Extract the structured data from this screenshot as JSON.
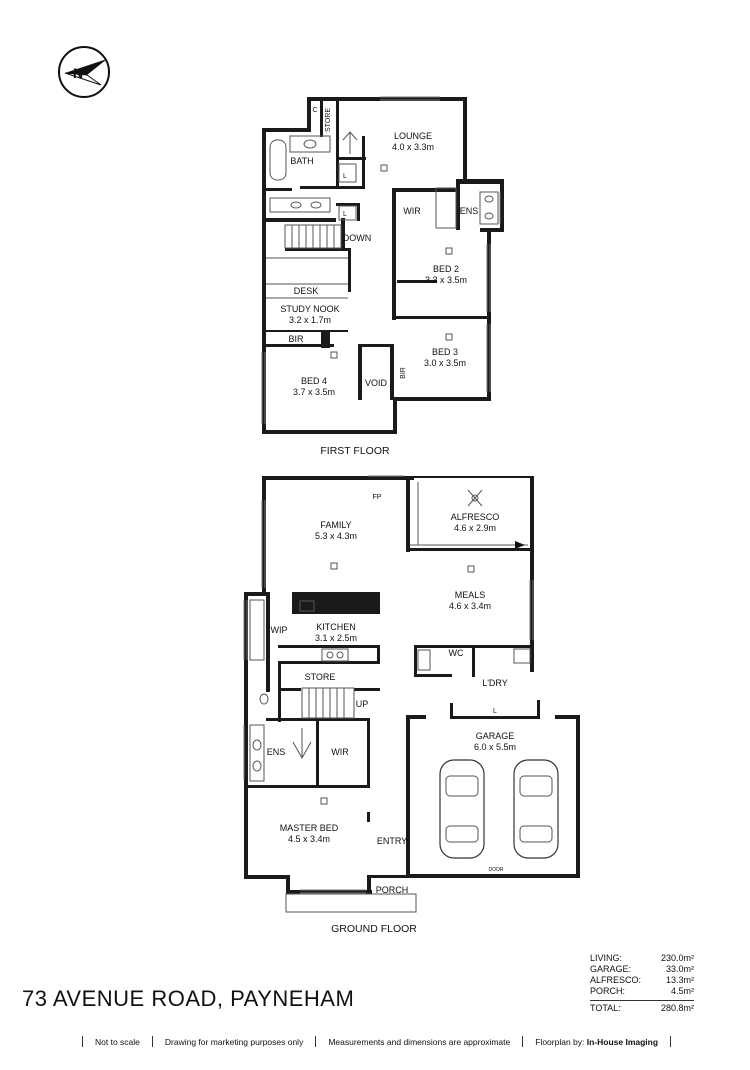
{
  "rooms": {
    "lounge": {
      "name": "LOUNGE",
      "dim": "4.0 x 3.3m"
    },
    "bath": "BATH",
    "store_first": "STORE",
    "c": "C",
    "l": "L",
    "wir": "WIR",
    "ens": "ENS",
    "down": "DOWN",
    "bed2": {
      "name": "BED 2",
      "dim": "3.3 x 3.5m"
    },
    "desk": "DESK",
    "study": {
      "name": "STUDY NOOK",
      "dim": "3.2 x 1.7m"
    },
    "bir": "BIR",
    "bed3": {
      "name": "BED 3",
      "dim": "3.0 x 3.5m"
    },
    "bed4": {
      "name": "BED 4",
      "dim": "3.7 x 3.5m"
    },
    "void": "VOID",
    "fp": "FP",
    "family": {
      "name": "FAMILY",
      "dim": "5.3 x 4.3m"
    },
    "alfresco": {
      "name": "ALFRESCO",
      "dim": "4.6 x 2.9m"
    },
    "meals": {
      "name": "MEALS",
      "dim": "4.6 x 3.4m"
    },
    "wip": "WIP",
    "kitchen": {
      "name": "KITCHEN",
      "dim": "3.1 x 2.5m"
    },
    "wc": "WC",
    "store_ground": "STORE",
    "ldry": "L'DRY",
    "up": "UP",
    "garage": {
      "name": "GARAGE",
      "dim": "6.0 x 5.5m"
    },
    "master": {
      "name": "MASTER BED",
      "dim": "4.5 x 3.4m"
    },
    "entry": "ENTRY",
    "porch": "PORCH",
    "door": "DOOR"
  },
  "floors": {
    "first": "FIRST FLOOR",
    "ground": "GROUND FLOOR"
  },
  "address": "73 AVENUE ROAD, PAYNEHAM",
  "areas": [
    {
      "label": "LIVING:",
      "value": "230.0m²"
    },
    {
      "label": "GARAGE:",
      "value": "33.0m²"
    },
    {
      "label": "ALFRESCO:",
      "value": "13.3m²"
    },
    {
      "label": "PORCH:",
      "value": "4.5m²"
    }
  ],
  "total": {
    "label": "TOTAL:",
    "value": "280.8m²"
  },
  "footer": {
    "not_to_scale": "Not to scale",
    "marketing": "Drawing for marketing purposes only",
    "approx": "Measurements and dimensions are approximate",
    "floorplan_by": "Floorplan by:",
    "company": "In-House Imaging"
  },
  "compass_letter": "N"
}
